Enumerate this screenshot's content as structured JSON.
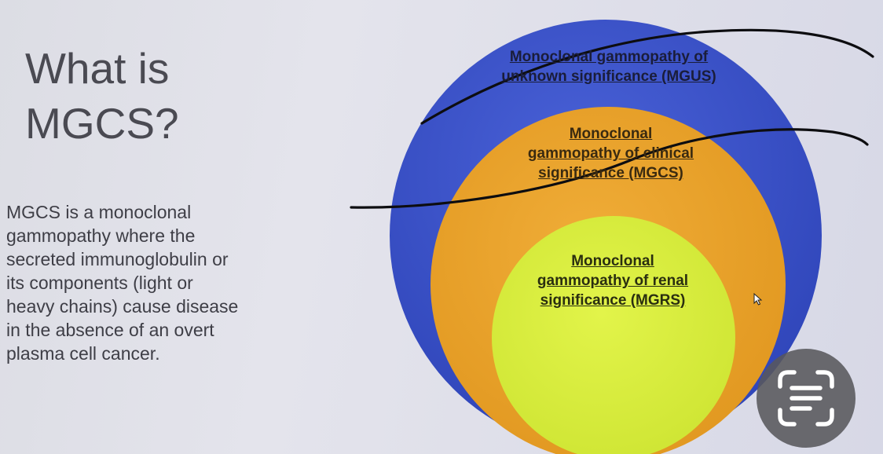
{
  "slide": {
    "title_lines": [
      "What is",
      "MGCS?"
    ],
    "body_lines": [
      "MGCS is a monoclonal",
      "gammopathy where the",
      "secreted immunoglobulin or",
      "its components (light or",
      "heavy chains) cause disease",
      "in the absence of an overt",
      "plasma cell cancer."
    ]
  },
  "diagram": {
    "outer": {
      "lines": [
        "Monoclonal gammopathy of",
        "unknown significance (MGUS)"
      ],
      "color": "#3a50c8"
    },
    "middle": {
      "lines": [
        "Monoclonal",
        "gammopathy of clinical",
        "significance (MGCS)"
      ],
      "color": "#e8a22a"
    },
    "inner": {
      "lines": [
        "Monoclonal",
        "gammopathy of renal",
        "significance (MGRS)"
      ],
      "color": "#d8ee3c"
    }
  },
  "overlay": {
    "scan_button_icon": "live-text-scan-icon",
    "cursor_icon": "mouse-pointer-icon"
  }
}
